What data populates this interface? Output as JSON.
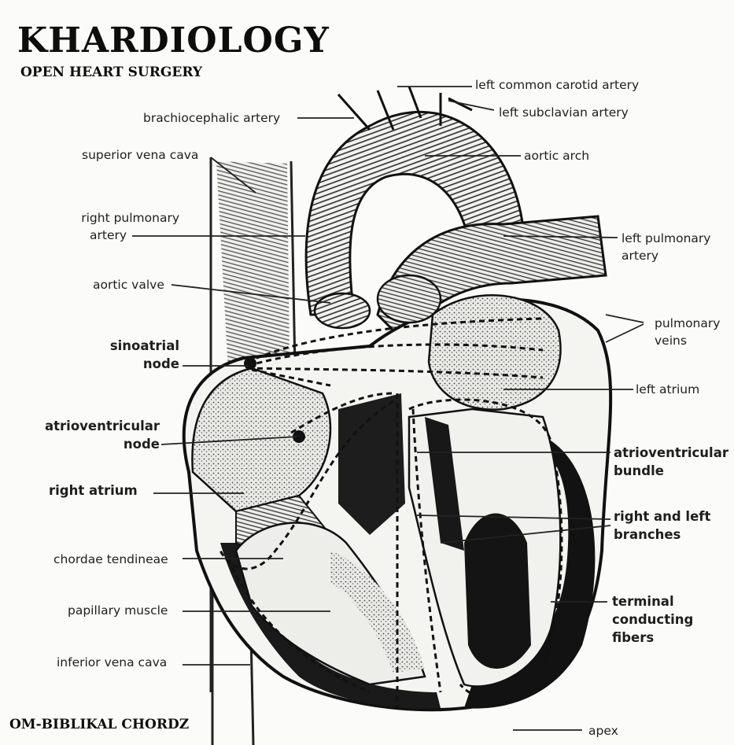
{
  "title": "KHARDIOLOGY",
  "subtitle": "OPEN HEART SURGERY",
  "footer": "OM-BIBLIKAL CHORDZ",
  "labels": {
    "left_common_carotid_artery": "left common carotid artery",
    "left_subclavian_artery": "left subclavian artery",
    "brachiocephalic_artery": "brachiocephalic artery",
    "superior_vena_cava": "superior vena cava",
    "aortic_arch": "aortic arch",
    "right_pulmonary_artery": [
      "right pulmonary",
      "artery"
    ],
    "left_pulmonary_artery": [
      "left pulmonary",
      "artery"
    ],
    "aortic_valve": "aortic valve",
    "pulmonary_veins": [
      "pulmonary",
      "veins"
    ],
    "sinoatrial_node": [
      "sinoatrial",
      "node"
    ],
    "left_atrium": "left atrium",
    "atrioventricular_node": [
      "atrioventricular",
      "node"
    ],
    "atrioventricular_bundle": [
      "atrioventricular",
      "bundle"
    ],
    "right_atrium": "right atrium",
    "right_and_left_branches": [
      "right and left",
      "branches"
    ],
    "chordae_tendineae": "chordae tendineae",
    "papillary_muscle": "papillary muscle",
    "terminal_conducting_fibers": [
      "terminal",
      "conducting",
      "fibers"
    ],
    "inferior_vena_cava": "inferior vena cava",
    "apex": "apex"
  }
}
